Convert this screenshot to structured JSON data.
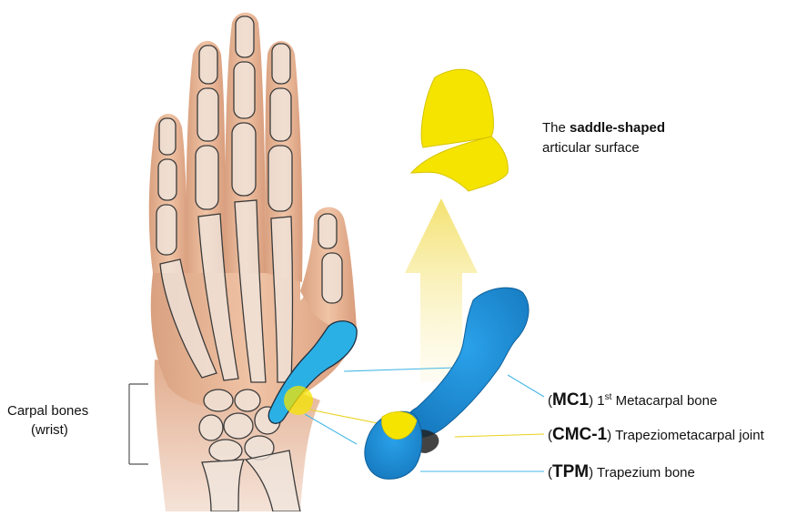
{
  "colors": {
    "skin": "#e8b89a",
    "bone_fill": "#efe8df",
    "bone_outline": "#3b3b3b",
    "mc1_blue": "#1e90d8",
    "highlight_blue": "#2bb0e6",
    "saddle_yellow": "#f5e400",
    "arrow_yellow": "#f6e98a",
    "leader_blue": "#46b7e6",
    "leader_yellow": "#e9d21b",
    "bracket": "#555555"
  },
  "labels": {
    "saddle_line1_prefix": "The ",
    "saddle_line1_bold": "saddle-shaped",
    "saddle_line2": "articular surface",
    "carpal_line1": "Carpal bones",
    "carpal_line2": "(wrist)",
    "mc1_open": "(",
    "mc1_abbr": "MC1",
    "mc1_close": ")",
    "mc1_num": "1",
    "mc1_sup": "st",
    "mc1_text": " Metacarpal bone",
    "cmc_open": "(",
    "cmc_abbr": "CMC-1",
    "cmc_close": ")",
    "cmc_text": " Trapeziometacarpal joint",
    "tpm_open": "(",
    "tpm_abbr": "TPM",
    "tpm_close": ")",
    "tpm_text": " Trapezium bone"
  },
  "icons": {
    "hand": "hand-xray-icon",
    "saddle": "saddle-surface-icon",
    "arrow": "up-arrow-icon",
    "mc1": "metacarpal-bone-icon",
    "trapezium": "trapezium-bone-icon"
  }
}
